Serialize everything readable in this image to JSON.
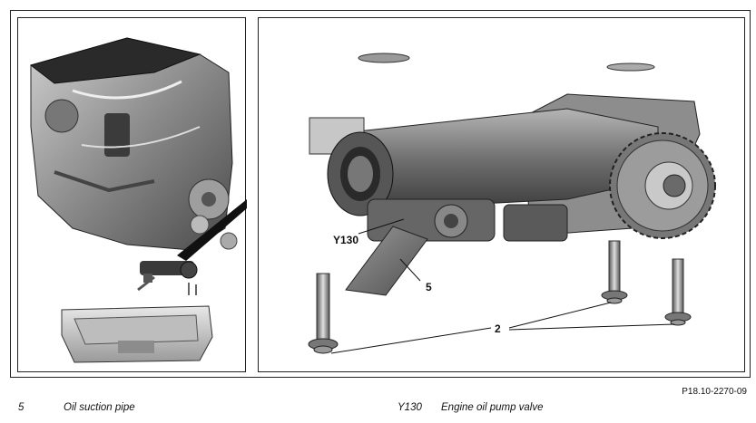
{
  "callouts": {
    "pump_valve": "Y130",
    "suction_pipe": "5",
    "bolts": "2"
  },
  "figure_ref": "P18.10-2270-09",
  "legend": [
    {
      "number": "5",
      "text": "Oil suction pipe"
    },
    {
      "number": "Y130",
      "text": "Engine oil pump valve"
    }
  ]
}
